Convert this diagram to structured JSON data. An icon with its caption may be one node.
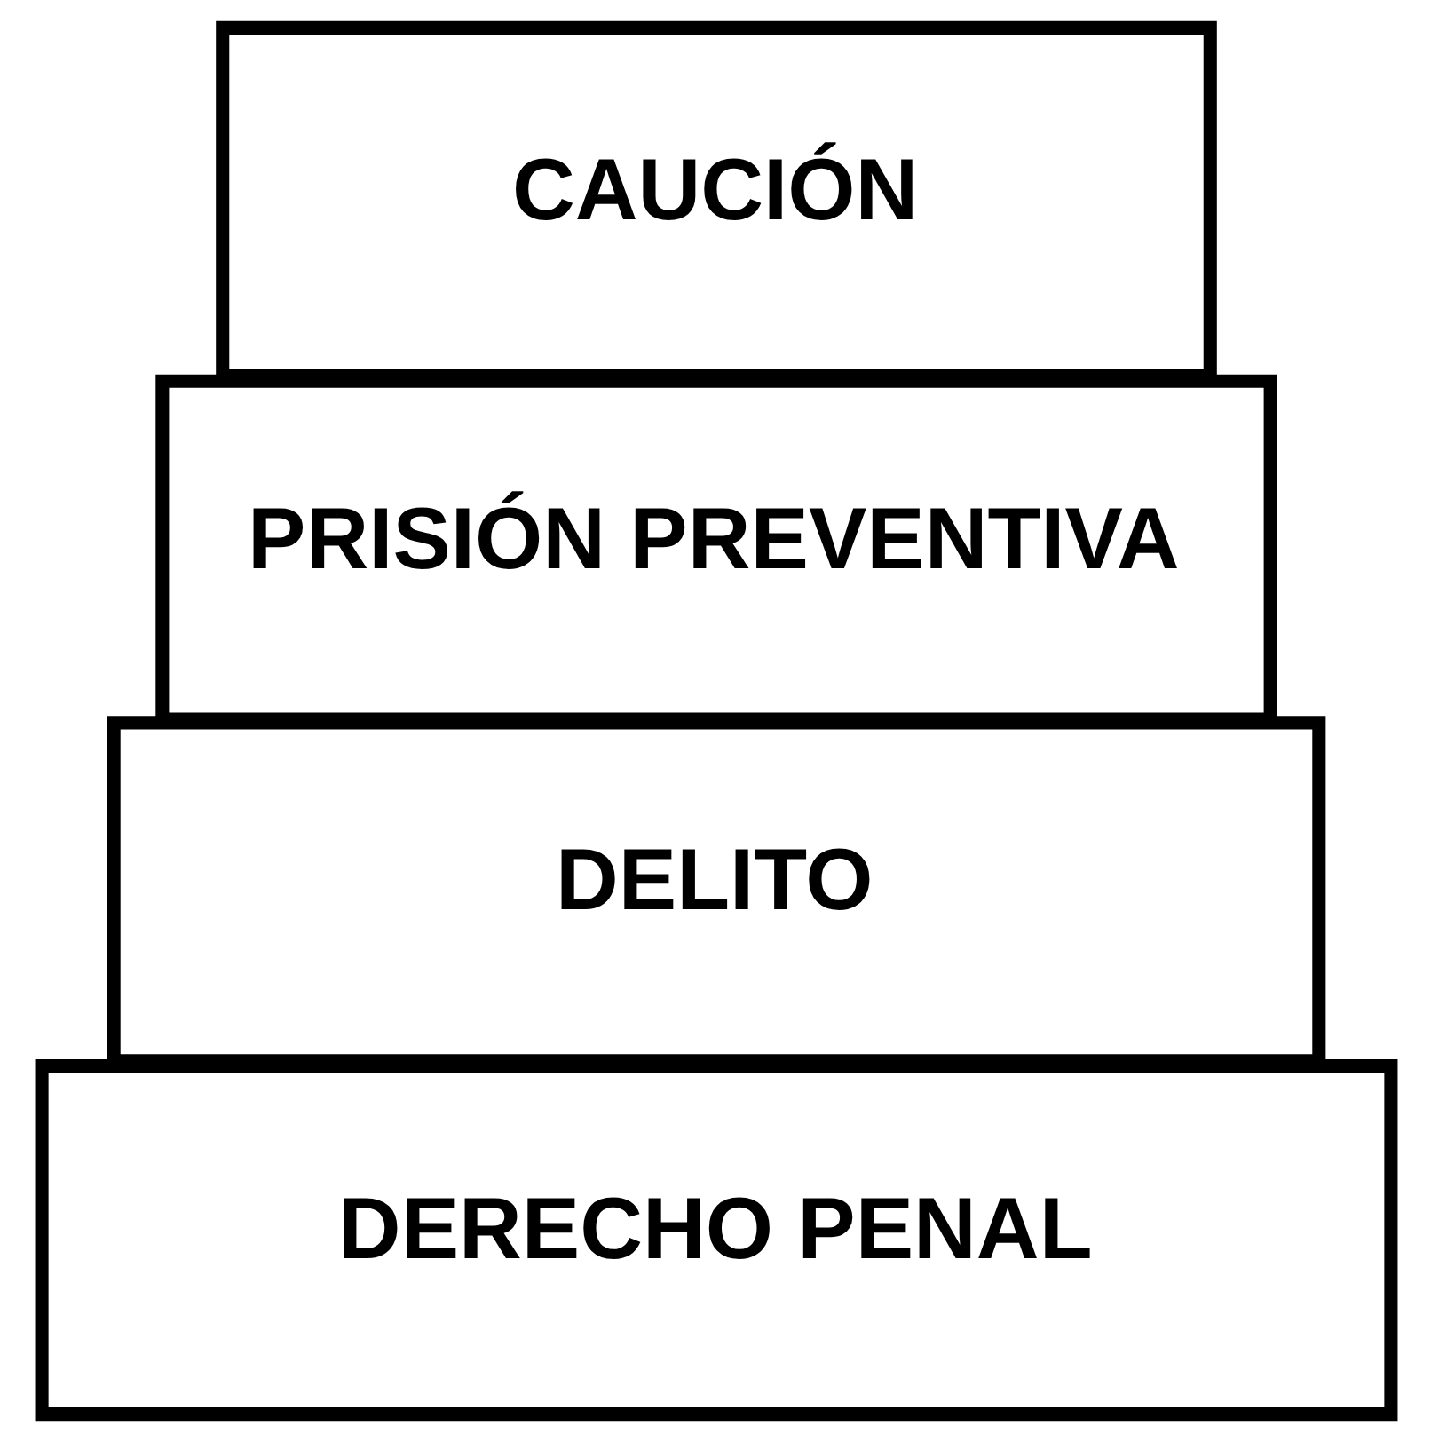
{
  "diagram": {
    "nodes": [
      {
        "text": [
          "DERECHO PENAL"
        ]
      },
      {
        "text": [
          "DELITO"
        ]
      },
      {
        "text": [
          "PRISIÓN PREVENTIVA"
        ]
      },
      {
        "text": [
          "CAUCIÓN"
        ]
      }
    ]
  }
}
